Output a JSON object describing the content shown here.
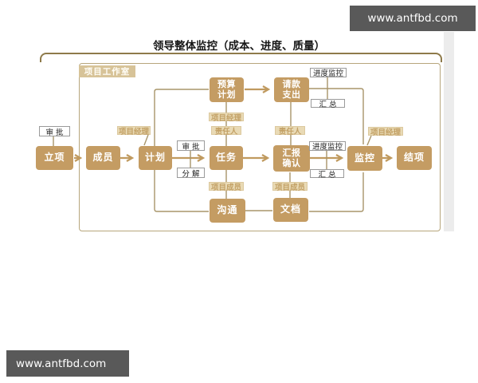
{
  "title": "领导整体监控（成本、进度、质量）",
  "watermark": {
    "text": "www.antfbd.com"
  },
  "workspace": {
    "label": "项目工作室"
  },
  "nodes": {
    "lixiang": "立项",
    "chengyuan": "成员",
    "jihua": "计划",
    "renwu": "任务",
    "huibao": "汇报\n确认",
    "jiankong": "监控",
    "jiexiang": "结项",
    "yusuan": "预算\n计划",
    "qingkuan": "请款\n支出",
    "goutong": "沟通",
    "wendang": "文档"
  },
  "chips": {
    "shenpi": "审 批",
    "fenjie": "分 解",
    "huizong": "汇 总",
    "jindu_jiankong": "进度监控",
    "xiangmu_jingli": "项目经理",
    "zerenren": "责任人",
    "xiangmu_chengyuan": "项目成员"
  },
  "colors": {
    "node_fill": "#c49c63",
    "chip_tan_bg": "#e9dab5",
    "chip_tan_text": "#c3a166",
    "chip_white_border": "#9a9a9a",
    "container_border": "#b7a67c",
    "bracket": "#8e7a4a",
    "connector": "#c09a5f",
    "watermark_bg": "#595959"
  }
}
